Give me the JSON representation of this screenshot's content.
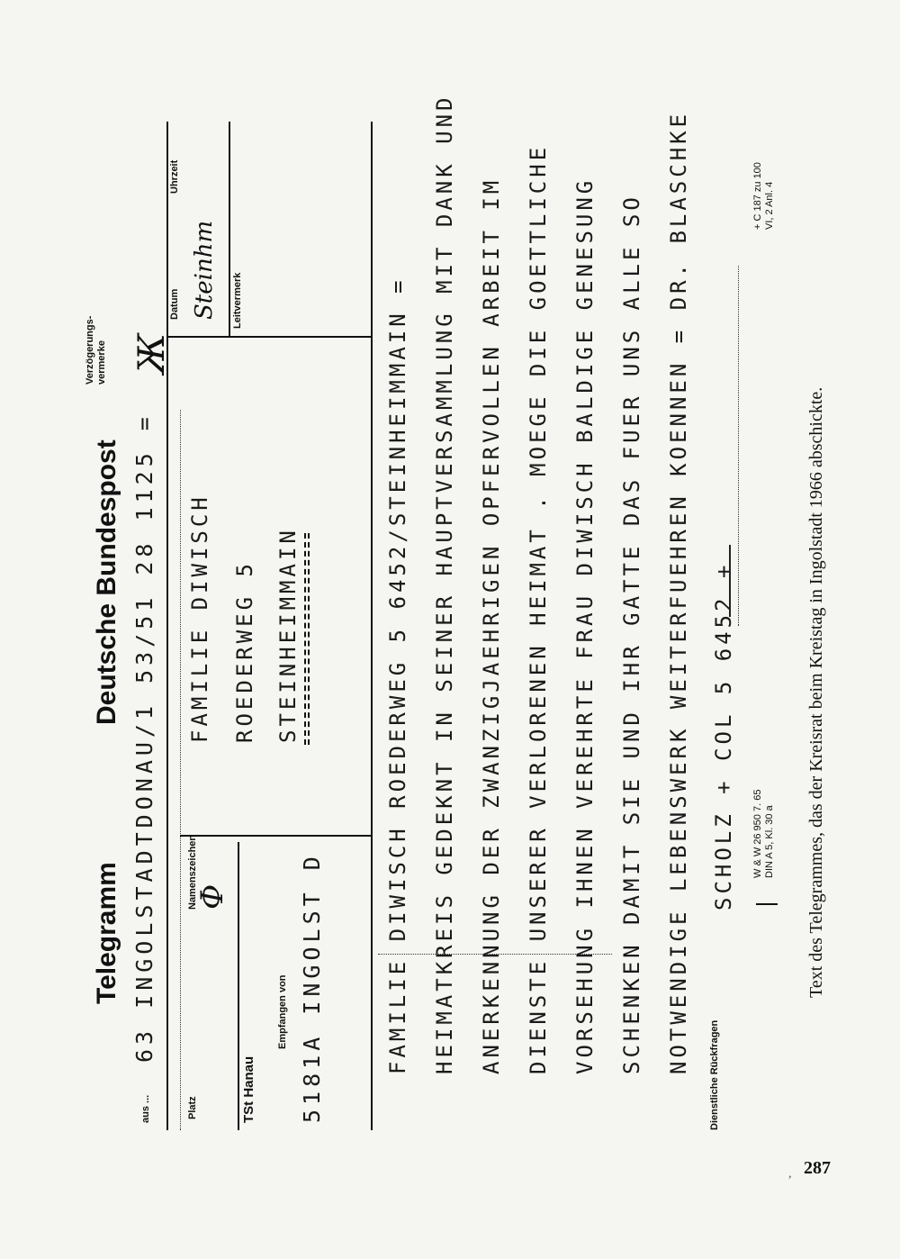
{
  "header": {
    "title_left": "Telegramm",
    "title_right": "Deutsche Bundespost",
    "label_aus": "aus ...",
    "label_platz": "Platz",
    "label_namenszeichen": "Namenszeichen",
    "label_tst": "TSt Hanau",
    "label_empfangen": "Empfangen von",
    "label_verzoegerung": "Verzögerungs-\nvermerke",
    "label_datum": "Datum",
    "label_uhrzeit": "Uhrzeit",
    "label_leitvermerk": "Leitvermerk",
    "label_rueckfragen": "Dienstliche Rückfragen"
  },
  "telegram": {
    "origin_line": "63 INGOLSTADTDONAU/1 53/51 28 1125 =",
    "received_from": "5181A INGOLST D",
    "address_1": "FAMILIE DIWISCH",
    "address_2": "ROEDERWEG 5",
    "address_3": "STEINHEIMMAIN",
    "handwritten_sign": "Steinhm",
    "handwritten_initial": "Ф",
    "body_lines": [
      "FAMILIE DIWISCH ROEDERWEG 5 6452/STEINHEIMMAIN =",
      "HEIMATKREIS GEDEKNT IN SEINER HAUPTVERSAMMLUNG MIT DANK UND",
      "ANERKENNUNG DER ZWANZIGJAEHRIGEN OPFERVOLLEN ARBEIT IM",
      "DIENSTE UNSERER VERLORENEN HEIMAT . MOEGE DIE GOETTLICHE",
      "VORSEHUNG IHNEN VEREHRTE FRAU DIWISCH BALDIGE GENESUNG",
      "SCHENKEN DAMIT SIE UND IHR GATTE DAS FUER UNS ALLE SO",
      "NOTWENDIGE LEBENSWERK WEITERFUEHREN KOENNEN = DR. BLASCHKE",
      "SCHOLZ + COL 5 6452 +"
    ],
    "footer_print": "W & W 26 950 7. 65\nDIN A 5, Kl. 30 a",
    "footer_form": "+ C 187 zu 100\nVI, 2 Anl. 4"
  },
  "caption": "Text des Telegrammes, das der Kreisrat beim Kreistag in Ingolstadt 1966 abschickte.",
  "page_number": "287",
  "page_mark": ","
}
